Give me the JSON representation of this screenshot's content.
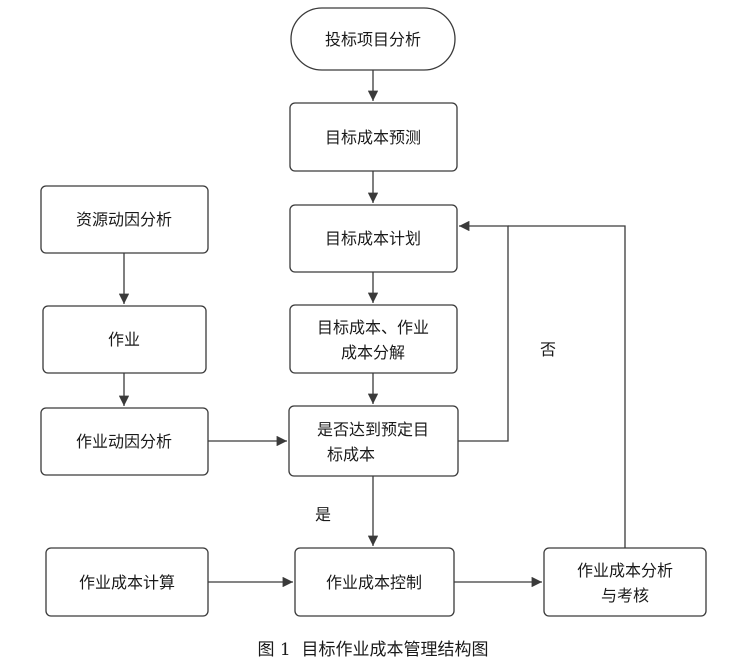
{
  "nodes": {
    "start": "投标项目分析",
    "predict": "目标成本预测",
    "plan": "目标成本计划",
    "decompose": [
      "目标成本、作业",
      "成本分解"
    ],
    "decision": [
      "是否达到预定目",
      "标成本"
    ],
    "resource": "资源动因分析",
    "activity": "作业",
    "activity_driver": "作业动因分析",
    "calc": "作业成本计算",
    "control": "作业成本控制",
    "analysis": [
      "作业成本分析",
      "与考核"
    ]
  },
  "edge_labels": {
    "yes": "是",
    "no": "否"
  },
  "caption": "图 1  目标作业成本管理结构图"
}
